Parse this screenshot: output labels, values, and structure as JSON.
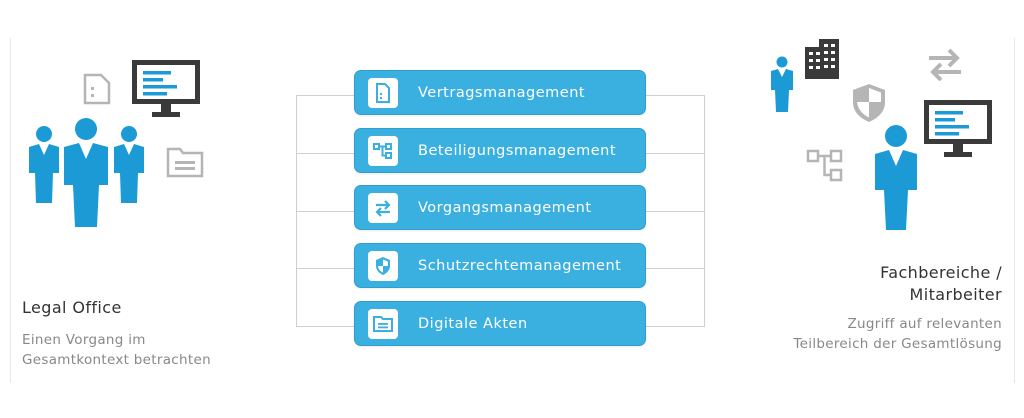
{
  "left": {
    "title": "Legal Office",
    "description_line1": "Einen Vorgang im",
    "description_line2": "Gesamtkontext betrachten"
  },
  "right": {
    "title_line1": "Fachbereiche /",
    "title_line2": "Mitarbeiter",
    "description_line1": "Zugriff auf relevanten",
    "description_line2": "Teilbereich der Gesamtlösung"
  },
  "modules": [
    {
      "label": "Vertragsmanagement",
      "icon": "document-icon"
    },
    {
      "label": "Beteiligungsmanagement",
      "icon": "hierarchy-icon"
    },
    {
      "label": "Vorgangsmanagement",
      "icon": "exchange-arrows-icon"
    },
    {
      "label": "Schutzrechtemanagement",
      "icon": "shield-icon"
    },
    {
      "label": "Digitale Akten",
      "icon": "folder-icon"
    }
  ],
  "colors": {
    "accent": "#3ab0e0",
    "person": "#1b9ad6",
    "monitor": "#3a3a3a",
    "grey_icon": "#b5b5b5"
  }
}
